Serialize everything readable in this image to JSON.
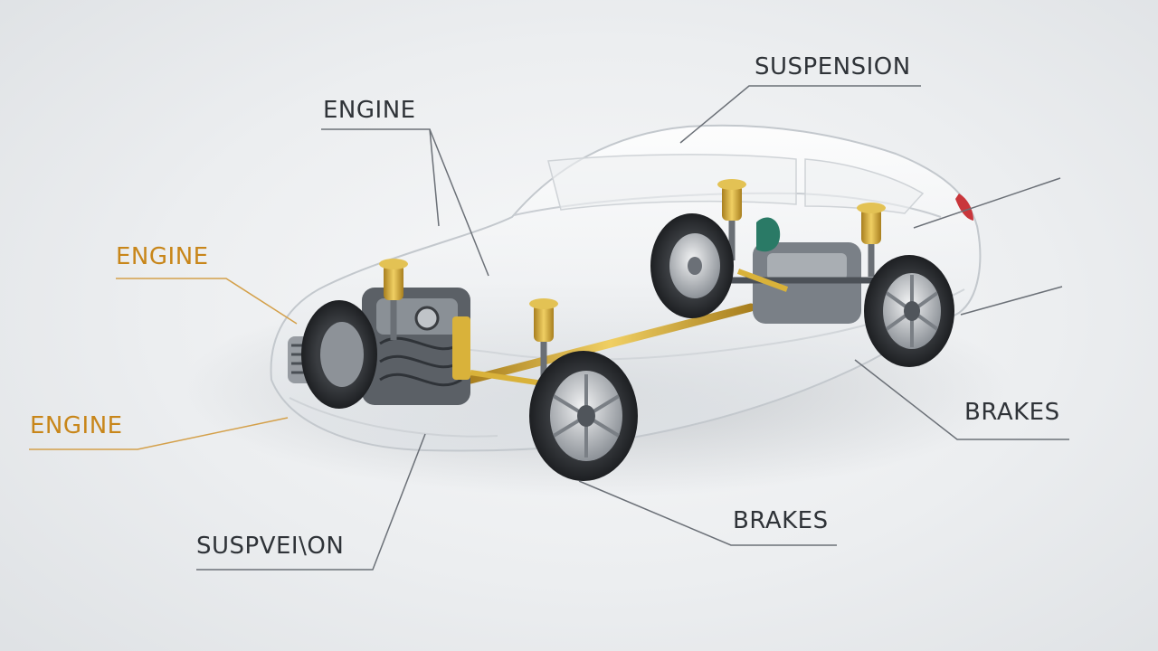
{
  "colors": {
    "dark_label": "#2f3338",
    "orange_label": "#c8861a",
    "leader_line_dark": "#6b7077",
    "leader_line_orange": "#d4a04a",
    "component_yellow": "#d9b23a",
    "background": "#eceef0"
  },
  "labels": {
    "suspension_top": "SUSPENSION",
    "engine_top": "ENGINE",
    "engine_middle": "ENGINE",
    "engine_bottom": "ENGINE",
    "brakes_right": "BRAKES",
    "brakes_bottom": "BRAKES",
    "suspension_bottom": "SUSPVEI\\ON"
  }
}
